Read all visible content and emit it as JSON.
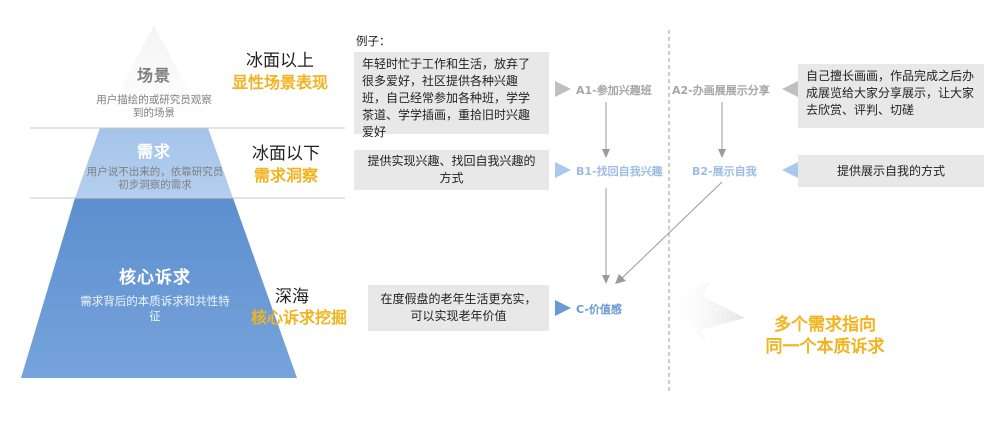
{
  "pyramid": {
    "tiers": [
      {
        "title": "场景",
        "desc": "用户描绘的或研究员观察到的场景",
        "label_main": "冰面以上",
        "label_sub": "显性场景表现"
      },
      {
        "title": "需求",
        "desc": "用户说不出来的，依靠研究员初步洞察的需求",
        "label_main": "冰面以下",
        "label_sub": "需求洞察"
      },
      {
        "title": "核心诉求",
        "desc": "需求背后的本质诉求和共性特征",
        "label_main": "深海",
        "label_sub": "核心诉求挖掘"
      }
    ]
  },
  "example": {
    "label": "例子：",
    "box_a1": "年轻时忙于工作和生活，放弃了很多爱好，社区提供各种兴趣班，自己经常参加各种班，学学茶道、学学插画，重拾旧时兴趣爱好",
    "box_b1": "提供实现兴趣、找回自我兴趣的方式",
    "box_c": "在度假盘的老年生活更充实，可以实现老年价值",
    "box_a2": "自己擅长画画，作品完成之后办成展览给大家分享展示，让大家去欣赏、评判、切磋",
    "box_b2": "提供展示自我的方式",
    "node_a1": "A1-参加兴趣班",
    "node_b1": "B1-找回自我兴趣",
    "node_c": "C-价值感",
    "node_a2": "A2-办画展展示分享",
    "node_b2": "B2-展示自我"
  },
  "conclusion": {
    "line1": "多个需求指向",
    "line2": "同一个本质诉求"
  },
  "colors": {
    "tier_top": "#ffffff",
    "tier_mid": "#a9c8ec",
    "tier_bottom": "#6a99d4",
    "accent": "#f2b320",
    "box_grey": "#e8e8e8",
    "arrow_grey": "#bfbfbf",
    "arrow_blue": "#a9c8ec"
  }
}
